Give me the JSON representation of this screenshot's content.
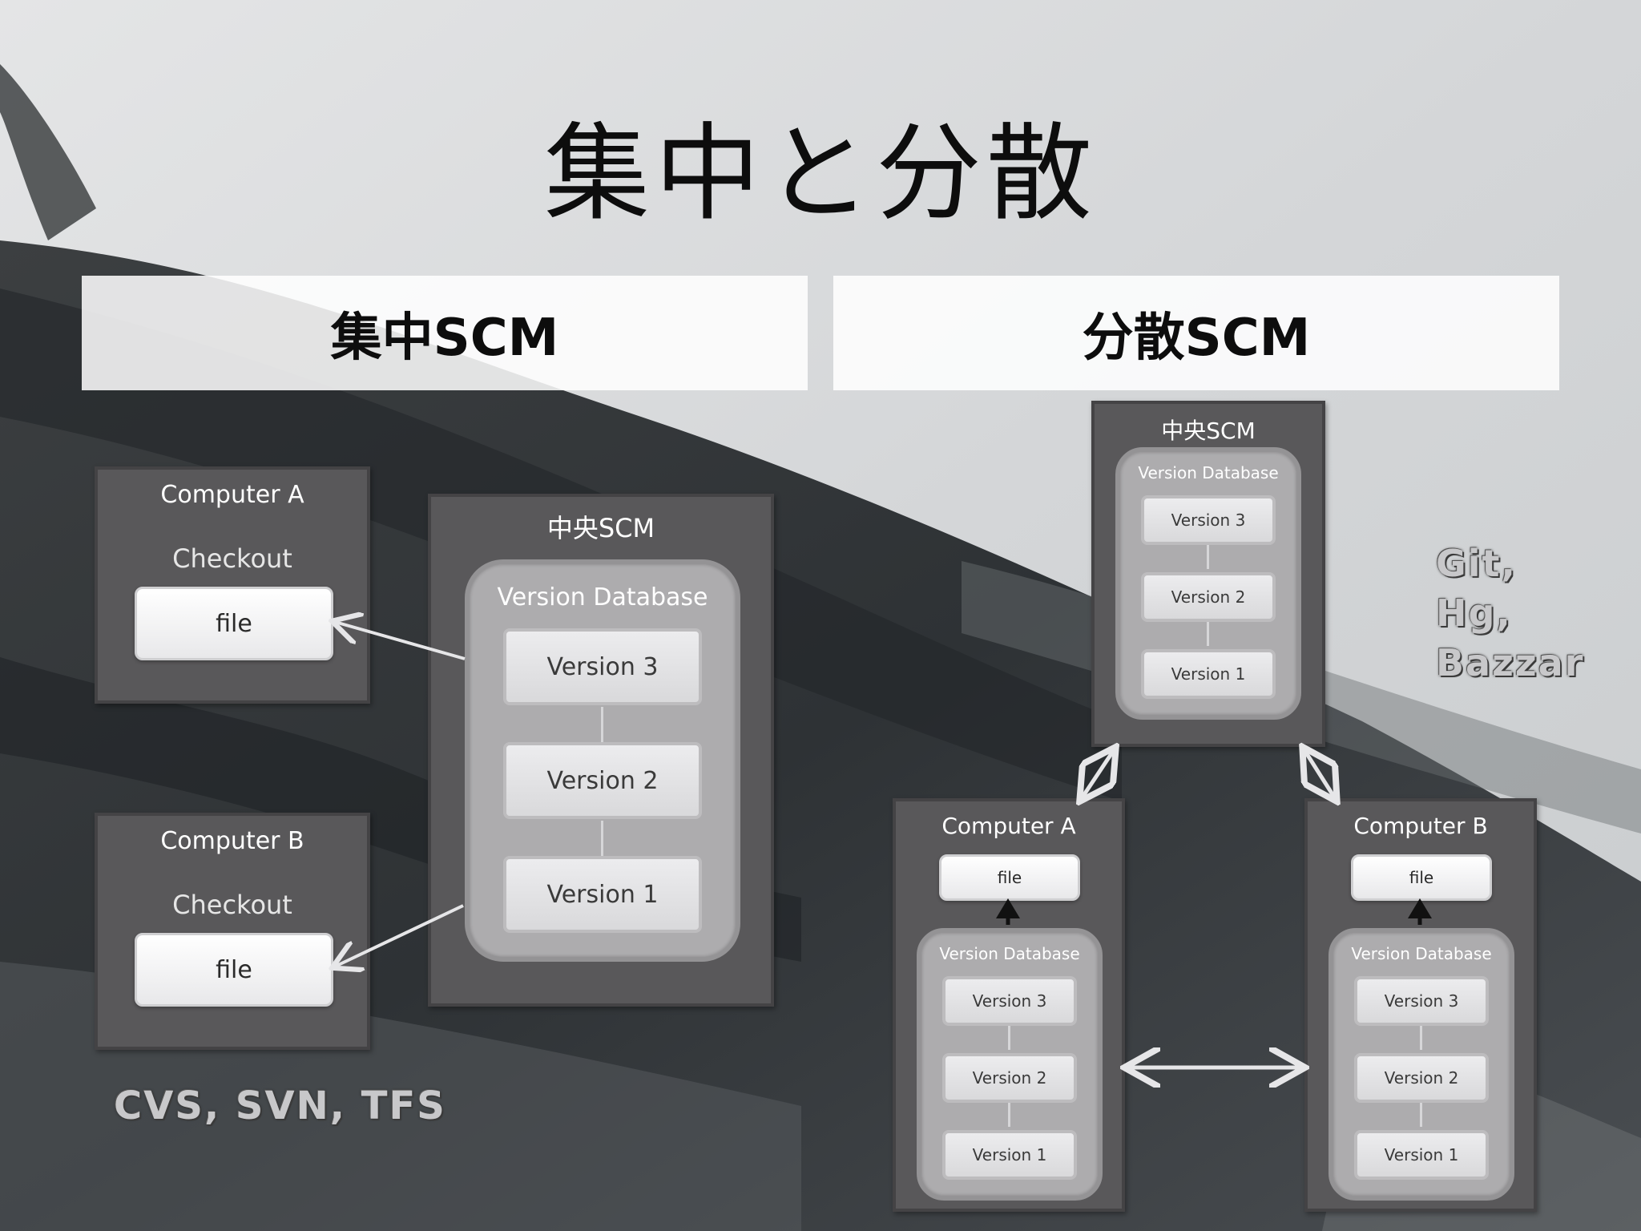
{
  "title": "集中と分散",
  "left_header": "集中SCM",
  "right_header": "分散SCM",
  "centralized": {
    "computer_a": {
      "title": "Computer A",
      "subtitle": "Checkout",
      "file": "file"
    },
    "computer_b": {
      "title": "Computer B",
      "subtitle": "Checkout",
      "file": "file"
    },
    "server": {
      "title": "中央SCM",
      "db_title": "Version Database",
      "versions": [
        "Version 3",
        "Version 2",
        "Version 1"
      ]
    },
    "examples": "CVS, SVN, TFS"
  },
  "distributed": {
    "server": {
      "title": "中央SCM",
      "db_title": "Version Database",
      "versions": [
        "Version 3",
        "Version 2",
        "Version 1"
      ]
    },
    "computer_a": {
      "title": "Computer A",
      "file": "file",
      "db_title": "Version Database",
      "versions": [
        "Version 3",
        "Version 2",
        "Version 1"
      ]
    },
    "computer_b": {
      "title": "Computer B",
      "file": "file",
      "db_title": "Version Database",
      "versions": [
        "Version 3",
        "Version 2",
        "Version 1"
      ]
    },
    "examples": [
      "Git,",
      "Hg,",
      "Bazzar"
    ]
  },
  "colors": {
    "node_fill": "#59585a",
    "db_fill": "#adacae",
    "connector": "#e6e6e8"
  }
}
